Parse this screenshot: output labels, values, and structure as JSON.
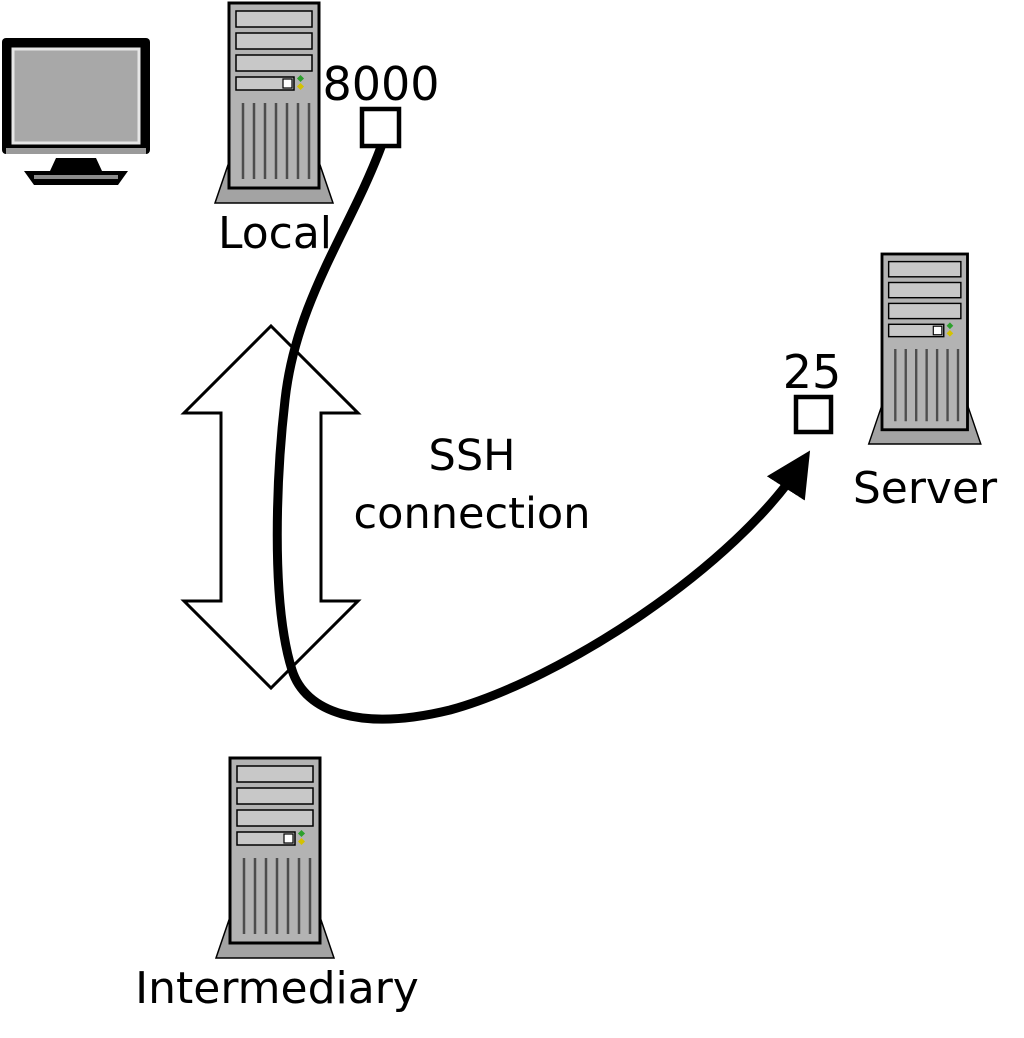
{
  "nodes": {
    "local": {
      "label": "Local",
      "port_label": "8000"
    },
    "intermediary": {
      "label": "Intermediary"
    },
    "server": {
      "label": "Server",
      "port_label": "25"
    }
  },
  "connection": {
    "label_line1": "SSH",
    "label_line2": "connection"
  },
  "colors": {
    "outline": "#000000",
    "tower_body": "#b3b3b3",
    "tower_bay": "#c8c8c8",
    "pedestal": "#a3a3a3",
    "monitor_frame": "#000000",
    "monitor_screen": "#a8a8a8",
    "port_box_fill": "#ffffff",
    "cable": "#000000",
    "arrow_fill": "#ffffff",
    "led_green": "#2ca02c",
    "led_yellow": "#d4c200"
  }
}
